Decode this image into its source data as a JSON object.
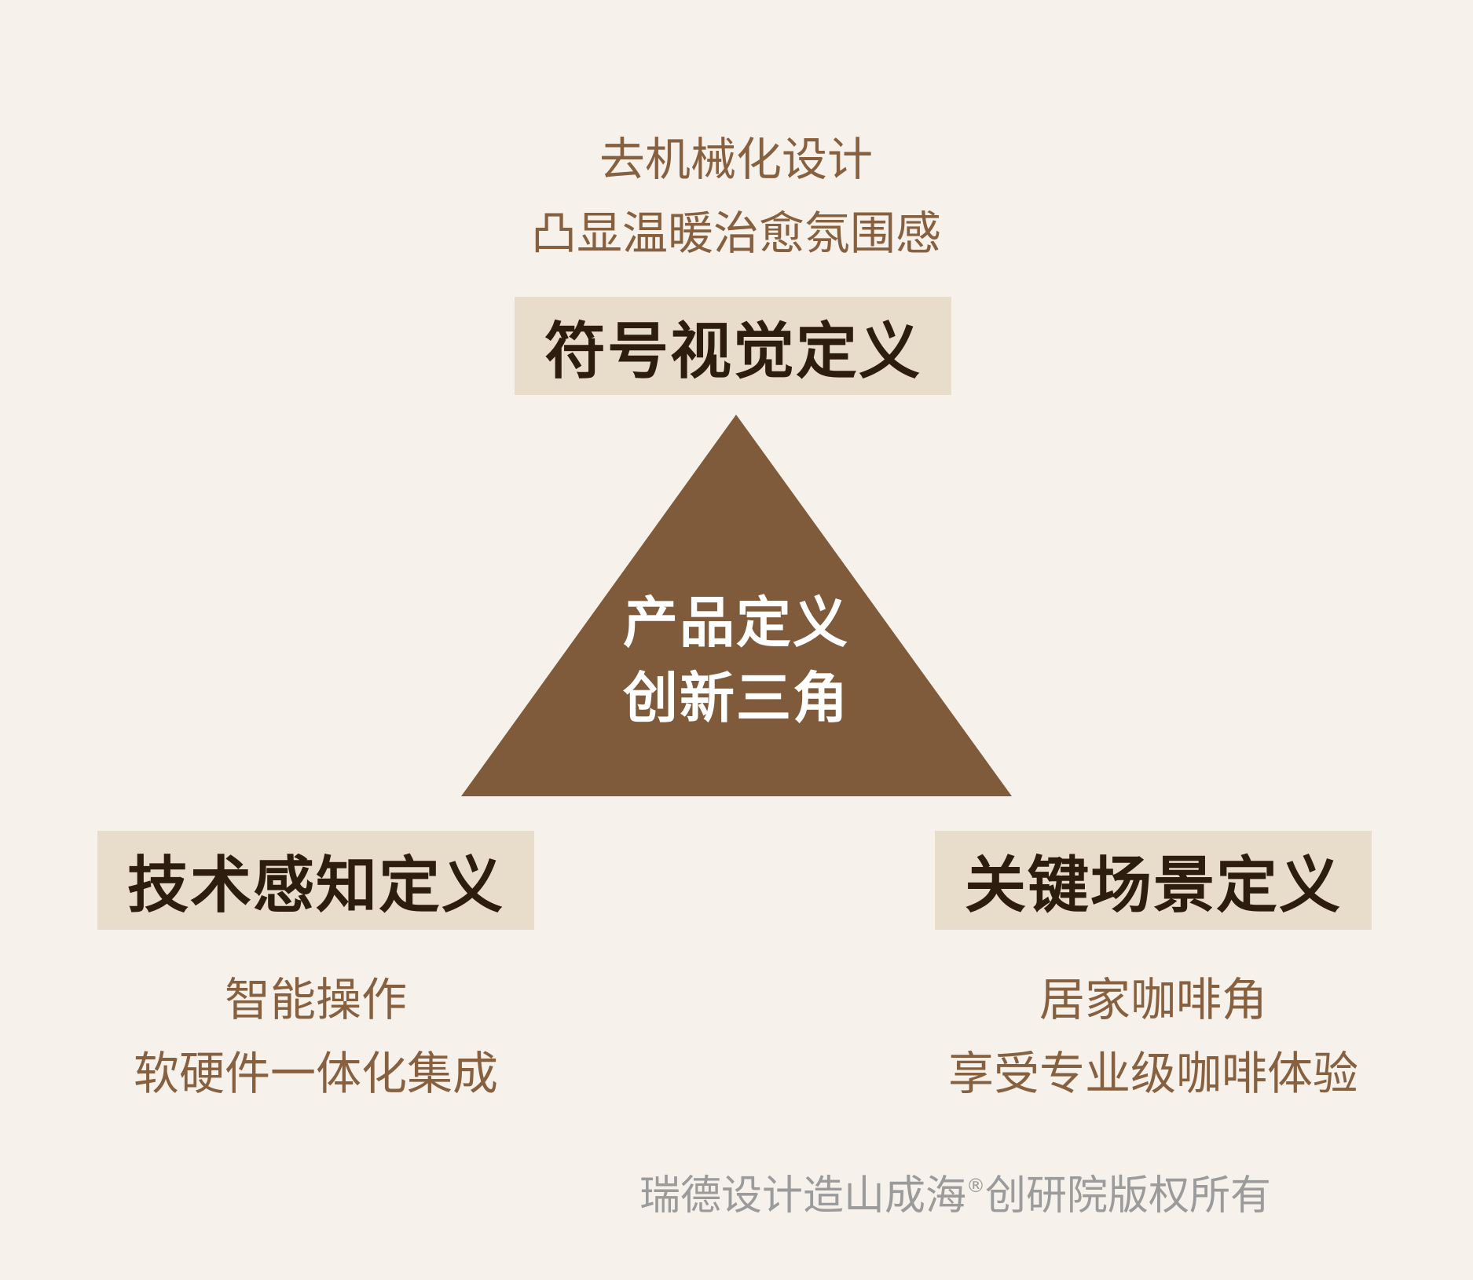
{
  "top": {
    "desc_lines": [
      "去机械化设计",
      "凸显温暖治愈氛围感"
    ],
    "label": "符号视觉定义"
  },
  "center": {
    "lines": [
      "产品定义",
      "创新三角"
    ]
  },
  "left": {
    "label": "技术感知定义",
    "desc_lines": [
      "智能操作",
      "软硬件一体化集成"
    ]
  },
  "right": {
    "label": "关键场景定义",
    "desc_lines": [
      "居家咖啡角",
      "享受专业级咖啡体验"
    ]
  },
  "footer": {
    "text_before": "瑞德设计造山成海",
    "registered_mark": "®",
    "text_after": "创研院版权所有"
  },
  "colors": {
    "background": "#f6f2eb",
    "triangle": "#7f5a3b",
    "label_box": "#e8dccb",
    "label_text": "#2d1d0f",
    "desc_text": "#86603f",
    "footer_text": "#9b9b9b"
  }
}
